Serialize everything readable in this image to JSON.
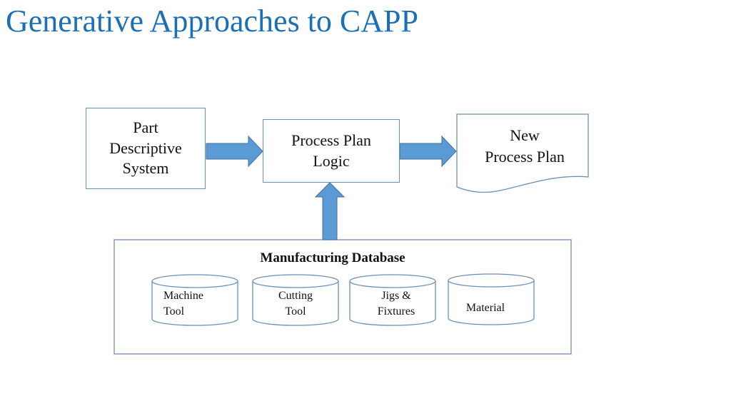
{
  "slide": {
    "title": "Generative Approaches to CAPP"
  },
  "diagram": {
    "part_descriptive_system": "Part\nDescriptive\nSystem",
    "process_plan_logic": "Process Plan\nLogic",
    "new_process_plan": "New\nProcess Plan",
    "manufacturing_database": {
      "title": "Manufacturing Database",
      "databases": [
        {
          "label": "Machine\n  Tool"
        },
        {
          "label": "Cutting\nTool"
        },
        {
          "label": "Jigs &\nFixtures"
        },
        {
          "label": "Material"
        }
      ]
    }
  },
  "colors": {
    "title": "#1a6fb5",
    "arrow_fill": "#5b9bd5",
    "arrow_stroke": "#41719c",
    "box_border": "#6a8fb8"
  }
}
